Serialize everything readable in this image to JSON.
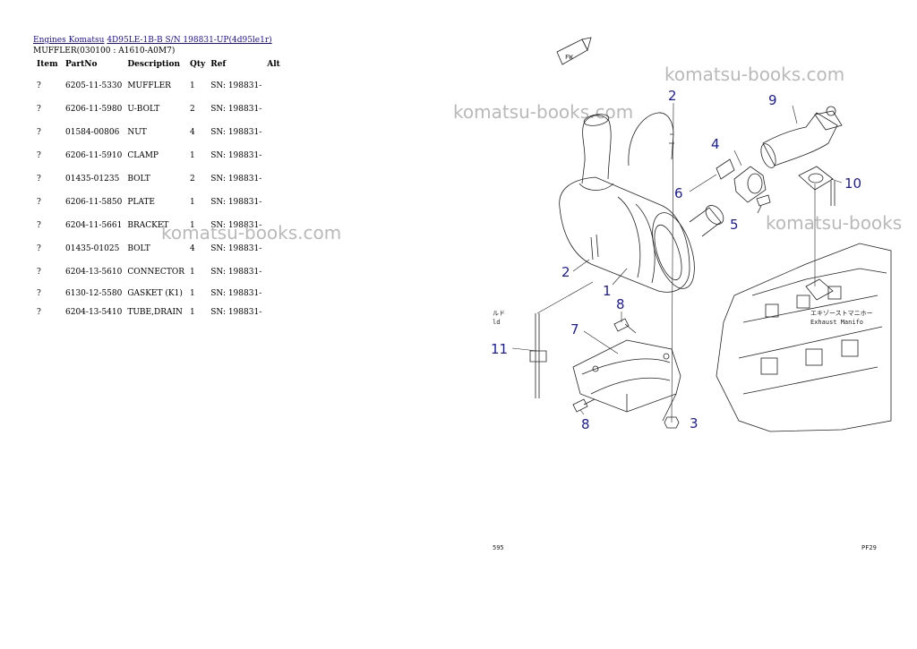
{
  "breadcrumb": {
    "engines": "Engines Komatsu",
    "model": "4D95LE-1B-B S/N 198831-UP(4d95le1r)"
  },
  "subtitle": "MUFFLER(030100 : A1610-A0M7)",
  "table": {
    "headers": [
      "Item",
      "PartNo",
      "Description",
      "Qty",
      "Ref",
      "Alt"
    ],
    "rows": [
      {
        "item": "?",
        "partno": "6205-11-5330",
        "desc": "MUFFLER",
        "qty": "1",
        "ref": "SN: 198831-"
      },
      {
        "item": "?",
        "partno": "6206-11-5980",
        "desc": "U-BOLT",
        "qty": "2",
        "ref": "SN: 198831-"
      },
      {
        "item": "?",
        "partno": "01584-00806",
        "desc": "NUT",
        "qty": "4",
        "ref": "SN: 198831-"
      },
      {
        "item": "?",
        "partno": "6206-11-5910",
        "desc": "CLAMP",
        "qty": "1",
        "ref": "SN: 198831-"
      },
      {
        "item": "?",
        "partno": "01435-01235",
        "desc": "BOLT",
        "qty": "2",
        "ref": "SN: 198831-"
      },
      {
        "item": "?",
        "partno": "6206-11-5850",
        "desc": "PLATE",
        "qty": "1",
        "ref": "SN: 198831-"
      },
      {
        "item": "?",
        "partno": "6204-11-5661",
        "desc": "BRACKET",
        "qty": "1",
        "ref": "SN: 198831-"
      },
      {
        "item": "?",
        "partno": "01435-01025",
        "desc": "BOLT",
        "qty": "4",
        "ref": "SN: 198831-"
      },
      {
        "item": "?",
        "partno": "6204-13-5610",
        "desc": "CONNECTOR",
        "qty": "1",
        "ref": "SN: 198831-"
      },
      {
        "item": "?",
        "partno": "6130-12-5580",
        "desc": "GASKET (K1)",
        "qty": "1",
        "ref": "SN: 198831-"
      },
      {
        "item": "?",
        "partno": "6204-13-5410",
        "desc": "TUBE,DRAIN",
        "qty": "1",
        "ref": "SN: 198831-"
      }
    ]
  },
  "watermark": "komatsu-books.com",
  "watermark_short": "komatsu-books",
  "diagram": {
    "fw_label": "FW",
    "callouts": [
      "2",
      "9",
      "4",
      "6",
      "10",
      "5",
      "2",
      "1",
      "8",
      "7",
      "11",
      "8",
      "3"
    ],
    "jp_left": "ルド",
    "jp_left_en": "ld",
    "jp_right": "エキゾーストマニホー",
    "jp_right_en": "Exhaust Manifo",
    "corner_bl": "595",
    "corner_br": "PF29"
  },
  "colors": {
    "callout": "#1a1aa8",
    "link": "#1a0dab",
    "watermark": "#b9b9b9"
  }
}
